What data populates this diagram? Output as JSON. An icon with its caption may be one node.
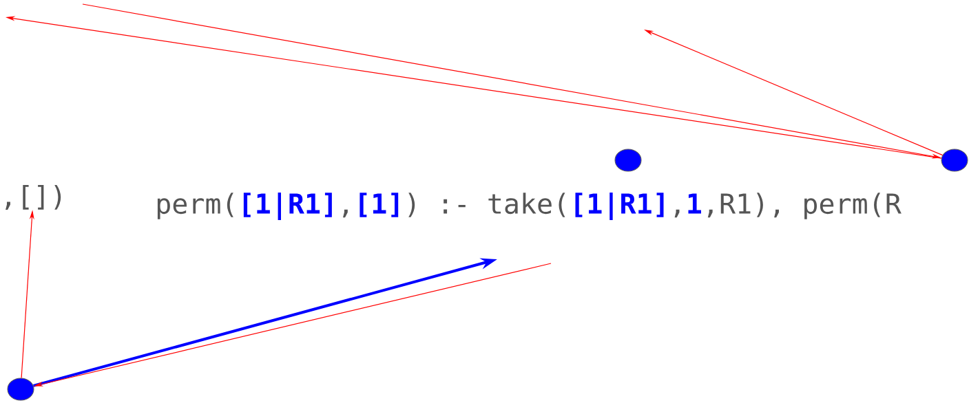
{
  "diagram": {
    "nodes": [
      {
        "text": [],
        "shape": "circle"
      },
      {
        "text": [],
        "shape": "circle"
      },
      {
        "text": [
          ",[])"
        ]
      },
      {
        "text": [
          "perm(**[1|R1]**,**[1]**) :- take(**[1|R1]**,**1**,R1), perm(R"
        ]
      },
      {
        "text": [],
        "shape": "circle"
      }
    ],
    "edges": [
      {
        "from": null,
        "to": 1,
        "arrow": "to"
      },
      {
        "from": 1,
        "to": null,
        "arrow": "to"
      },
      {
        "from": 1,
        "to": null,
        "arrow": "to"
      },
      {
        "from": 4,
        "to": 2,
        "arrow": "to"
      },
      {
        "from": 4,
        "to": null,
        "arrow": "to",
        "style": "thick",
        "color": "#0000ff"
      },
      {
        "from": null,
        "to": 4,
        "arrow": "to"
      }
    ]
  }
}
